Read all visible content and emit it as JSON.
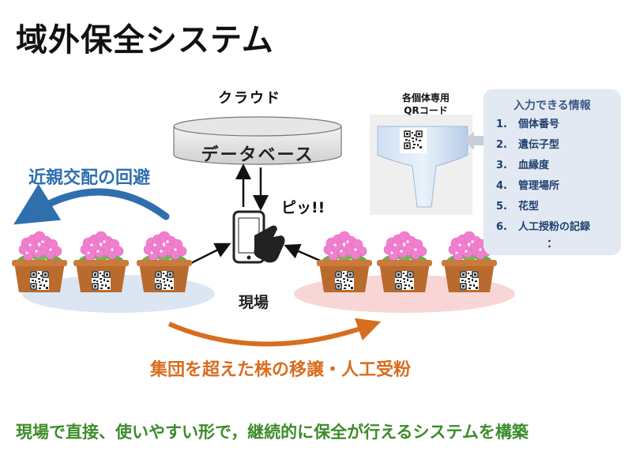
{
  "title": "域外保全システム",
  "cloud": {
    "label": "クラウド",
    "database_label": "データベース"
  },
  "scan_label": "ピッ!!",
  "field_label": "現場",
  "avoid_label": "近親交配の回避",
  "transfer_label": "集団を超えた株の移譲・人工受粉",
  "bottom_label": "現場で直接、使いやすい形で，継続的に保全が行えるシステムを構築",
  "qr_tag": {
    "caption_line1": "各個体専用",
    "caption_line2": "QRコード"
  },
  "info_panel": {
    "title": "入力できる情報",
    "items": [
      {
        "num": "1.",
        "text": "個体番号"
      },
      {
        "num": "2.",
        "text": "遺伝子型"
      },
      {
        "num": "3.",
        "text": "血縁度"
      },
      {
        "num": "4.",
        "text": "管理場所"
      },
      {
        "num": "5.",
        "text": "花型"
      },
      {
        "num": "6.",
        "text": "人工授粉の記録"
      }
    ],
    "more": "："
  },
  "colors": {
    "left_ellipse": "#dce6f2",
    "right_ellipse": "#f9d6d6",
    "avoid_arrow": "#2f6fae",
    "transfer_arrow": "#d86d1f",
    "pot": "#b96a2d",
    "flower": "#f07fcf",
    "bottom_text": "#3c8c2a"
  },
  "icons": {
    "scanner": "smartphone-hand-icon",
    "qr": "qr-code-icon",
    "flower": "primrose-icon"
  }
}
